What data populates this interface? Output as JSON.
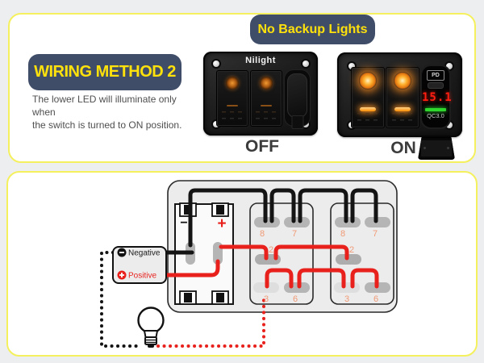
{
  "header": {
    "no_backup_badge": "No Backup Lights",
    "method_badge": "WIRING METHOD 2",
    "description": [
      "The lower LED will illuminate only when",
      "the switch is turned to ON position."
    ],
    "brand": "Nilight",
    "state_off": "OFF",
    "state_on": "ON",
    "charger_display": {
      "pd": "PD",
      "voltage": "15.1",
      "qc": "QC3.0"
    }
  },
  "diagram": {
    "legend": {
      "negative": "Negative",
      "positive": "Positive"
    },
    "charger_marks": {
      "minus": "−",
      "plus": "+"
    },
    "switch1_terminals": {
      "t8": "8",
      "t7": "7",
      "t2": "2",
      "t3": "3",
      "t6": "6"
    },
    "switch2_terminals": {
      "t8": "8",
      "t7": "7",
      "t2": "2",
      "t3": "3",
      "t6": "6"
    }
  },
  "colors": {
    "badge_navy": "#404d68",
    "badge_text_yellow": "#ffe10c",
    "box_border_yellow": "#f4f05e",
    "wire_red": "#e8211d",
    "wire_black": "#141414",
    "terminal_gray": "#b5b5b5",
    "terminal_number_orange": "#f09a76",
    "led_orange": "#ff9518",
    "voltage_red": "#ff1e12",
    "qc_green": "#2ed62e"
  }
}
